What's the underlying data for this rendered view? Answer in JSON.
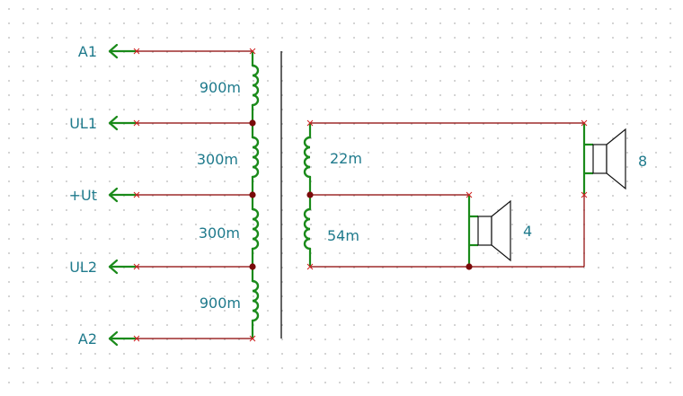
{
  "ports": [
    "A1",
    "UL1",
    "+Ut",
    "UL2",
    "A2"
  ],
  "primary_windings": [
    "900m",
    "300m",
    "300m",
    "900m"
  ],
  "secondary_windings": [
    "22m",
    "54m"
  ],
  "speakers": [
    "4",
    "8"
  ]
}
